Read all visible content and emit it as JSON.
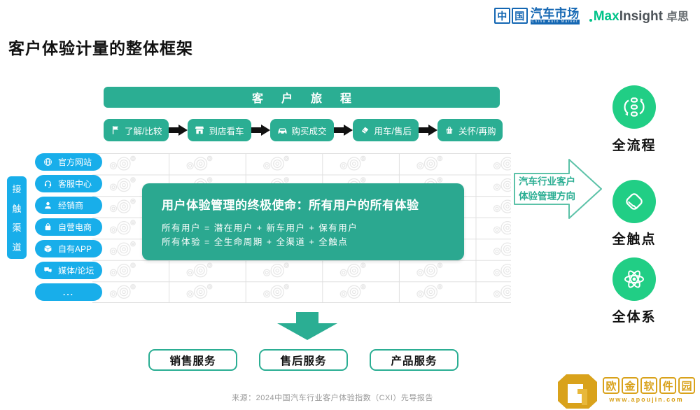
{
  "header": {
    "logo_cam": {
      "sq1": "中",
      "sq2": "国",
      "name": "汽车市场",
      "subtitle": "China Auto Market"
    },
    "logo_max": {
      "green": "Max",
      "gray": "Insight",
      "suffix": "卓思"
    }
  },
  "title": "客户体验计量的整体框架",
  "journey": {
    "header": "客户旅程",
    "steps": [
      {
        "label": "了解/比较",
        "icon": "flag-icon"
      },
      {
        "label": "到店看车",
        "icon": "store-icon"
      },
      {
        "label": "购买成交",
        "icon": "car-icon"
      },
      {
        "label": "用车/售后",
        "icon": "handshake-icon"
      },
      {
        "label": "关怀/再购",
        "icon": "basket-icon"
      }
    ]
  },
  "channels": {
    "vertical_label": [
      "接",
      "触",
      "渠",
      "道"
    ],
    "items": [
      {
        "label": "官方网站",
        "icon": "globe-icon"
      },
      {
        "label": "客服中心",
        "icon": "headset-icon"
      },
      {
        "label": "经销商",
        "icon": "person-icon"
      },
      {
        "label": "自营电商",
        "icon": "bag-icon"
      },
      {
        "label": "自有APP",
        "icon": "box-icon"
      },
      {
        "label": "媒体/论坛",
        "icon": "chat-icon"
      },
      {
        "label": "..."
      }
    ]
  },
  "mission": {
    "title": "用户体验管理的终极使命：所有用户的所有体验",
    "line1": "所有用户 = 潜在用户 + 新车用户 + 保有用户",
    "line2": "所有体验 = 全生命周期 + 全渠道 + 全触点"
  },
  "direction_arrow": {
    "line1": "汽车行业客户",
    "line2": "体验管理方向"
  },
  "pillars": [
    {
      "label": "全流程",
      "icon": "process-icon"
    },
    {
      "label": "全触点",
      "icon": "handshake-icon"
    },
    {
      "label": "全体系",
      "icon": "atom-icon"
    }
  ],
  "services": [
    "销售服务",
    "售后服务",
    "产品服务"
  ],
  "source": "来源：2024中国汽车行业客户体验指数（CXI）先导报告",
  "watermark": {
    "chars": [
      "欧",
      "金",
      "软",
      "件",
      "园"
    ],
    "url": "www.apoujin.com"
  },
  "colors": {
    "teal": "#2BAE93",
    "emerald": "#21CE85",
    "blue": "#18AEEA",
    "gold": "#D9A21B",
    "logo_blue": "#1467B3"
  }
}
